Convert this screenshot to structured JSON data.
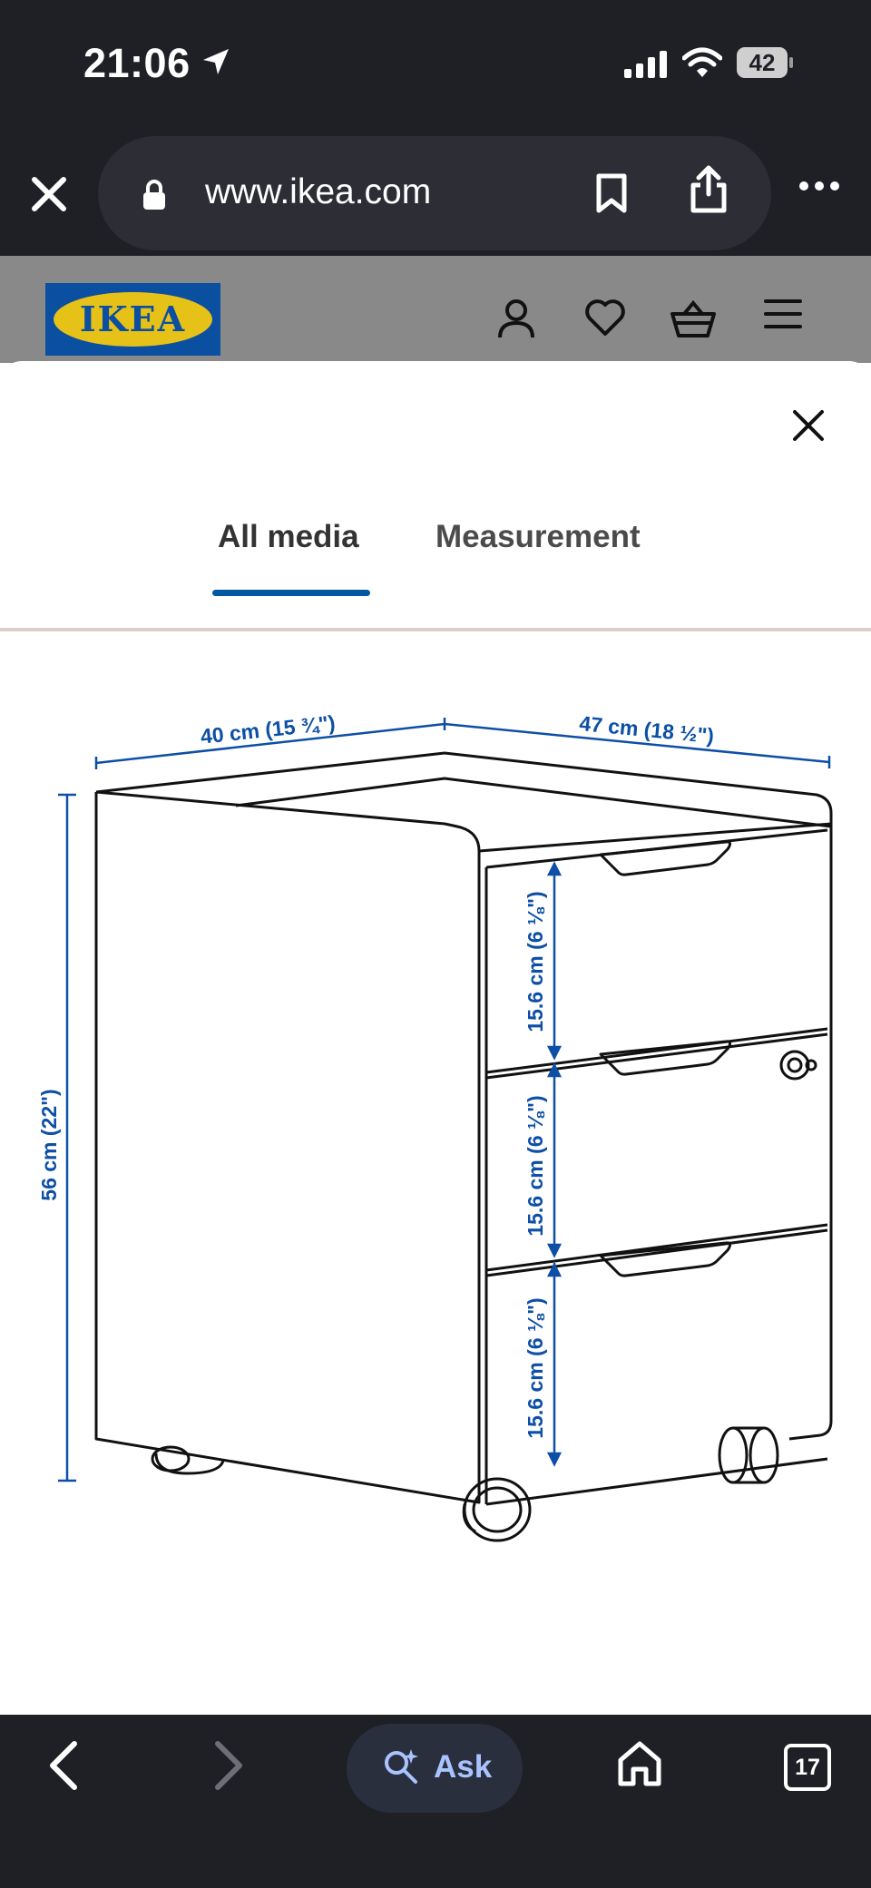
{
  "status": {
    "time": "21:06",
    "battery": "42"
  },
  "browser": {
    "url": "www.ikea.com",
    "tab_count": "17",
    "ask_label": "Ask"
  },
  "ikea": {
    "logo_text": "IKEA"
  },
  "modal": {
    "tabs": [
      {
        "label": "All media",
        "active": true
      },
      {
        "label": "Measurement",
        "active": false
      }
    ]
  },
  "drawing": {
    "width_label": "40 cm (15 ¾\")",
    "depth_label": "47 cm (18 ½\")",
    "height_label": "56 cm (22\")",
    "drawer_labels": [
      "15.6 cm (6 ⅛\")",
      "15.6 cm (6 ⅛\")",
      "15.6 cm (6 ⅛\")"
    ],
    "dimension_color": "#0d4fa6"
  }
}
